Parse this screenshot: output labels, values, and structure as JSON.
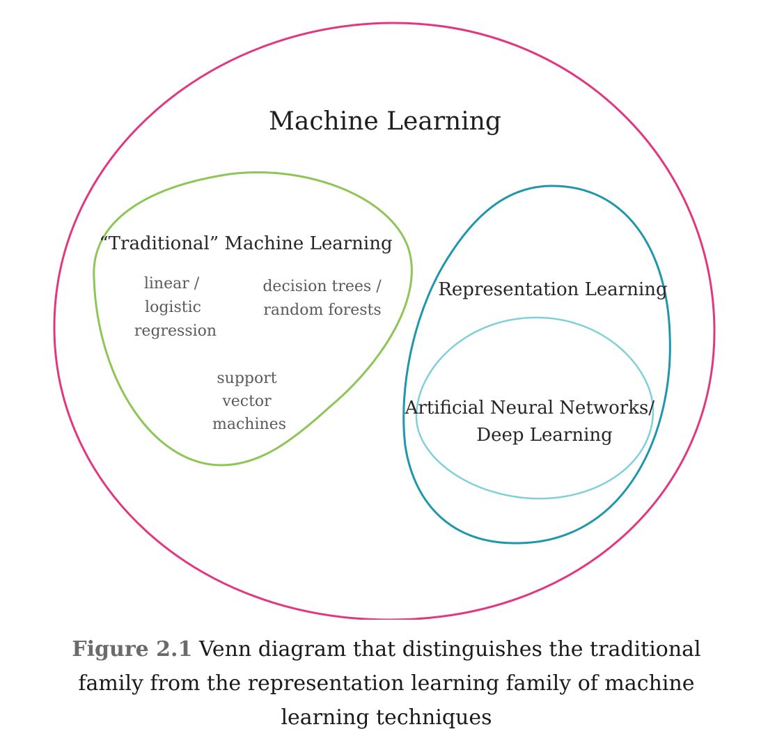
{
  "diagram": {
    "outer_label": "Machine Learning",
    "traditional": {
      "label": "“Traditional” Machine Learning",
      "methods": {
        "linear": [
          "linear /",
          "logistic",
          "regression"
        ],
        "trees": [
          "decision trees /",
          "random forests"
        ],
        "svm": [
          "support",
          "vector",
          "machines"
        ]
      }
    },
    "representation": {
      "label": "Representation Learning",
      "inner": [
        "Artificial Neural Networks/",
        "Deep Learning"
      ]
    },
    "colors": {
      "outer": "#e2377f",
      "traditional": "#8ec656",
      "representation": "#1f97ab",
      "deep": "#7fd0d8"
    }
  },
  "caption": {
    "figure_label": "Figure 2.1",
    "text": "Venn diagram that distinguishes the traditional family from the representation learning family of machine learning techniques"
  }
}
